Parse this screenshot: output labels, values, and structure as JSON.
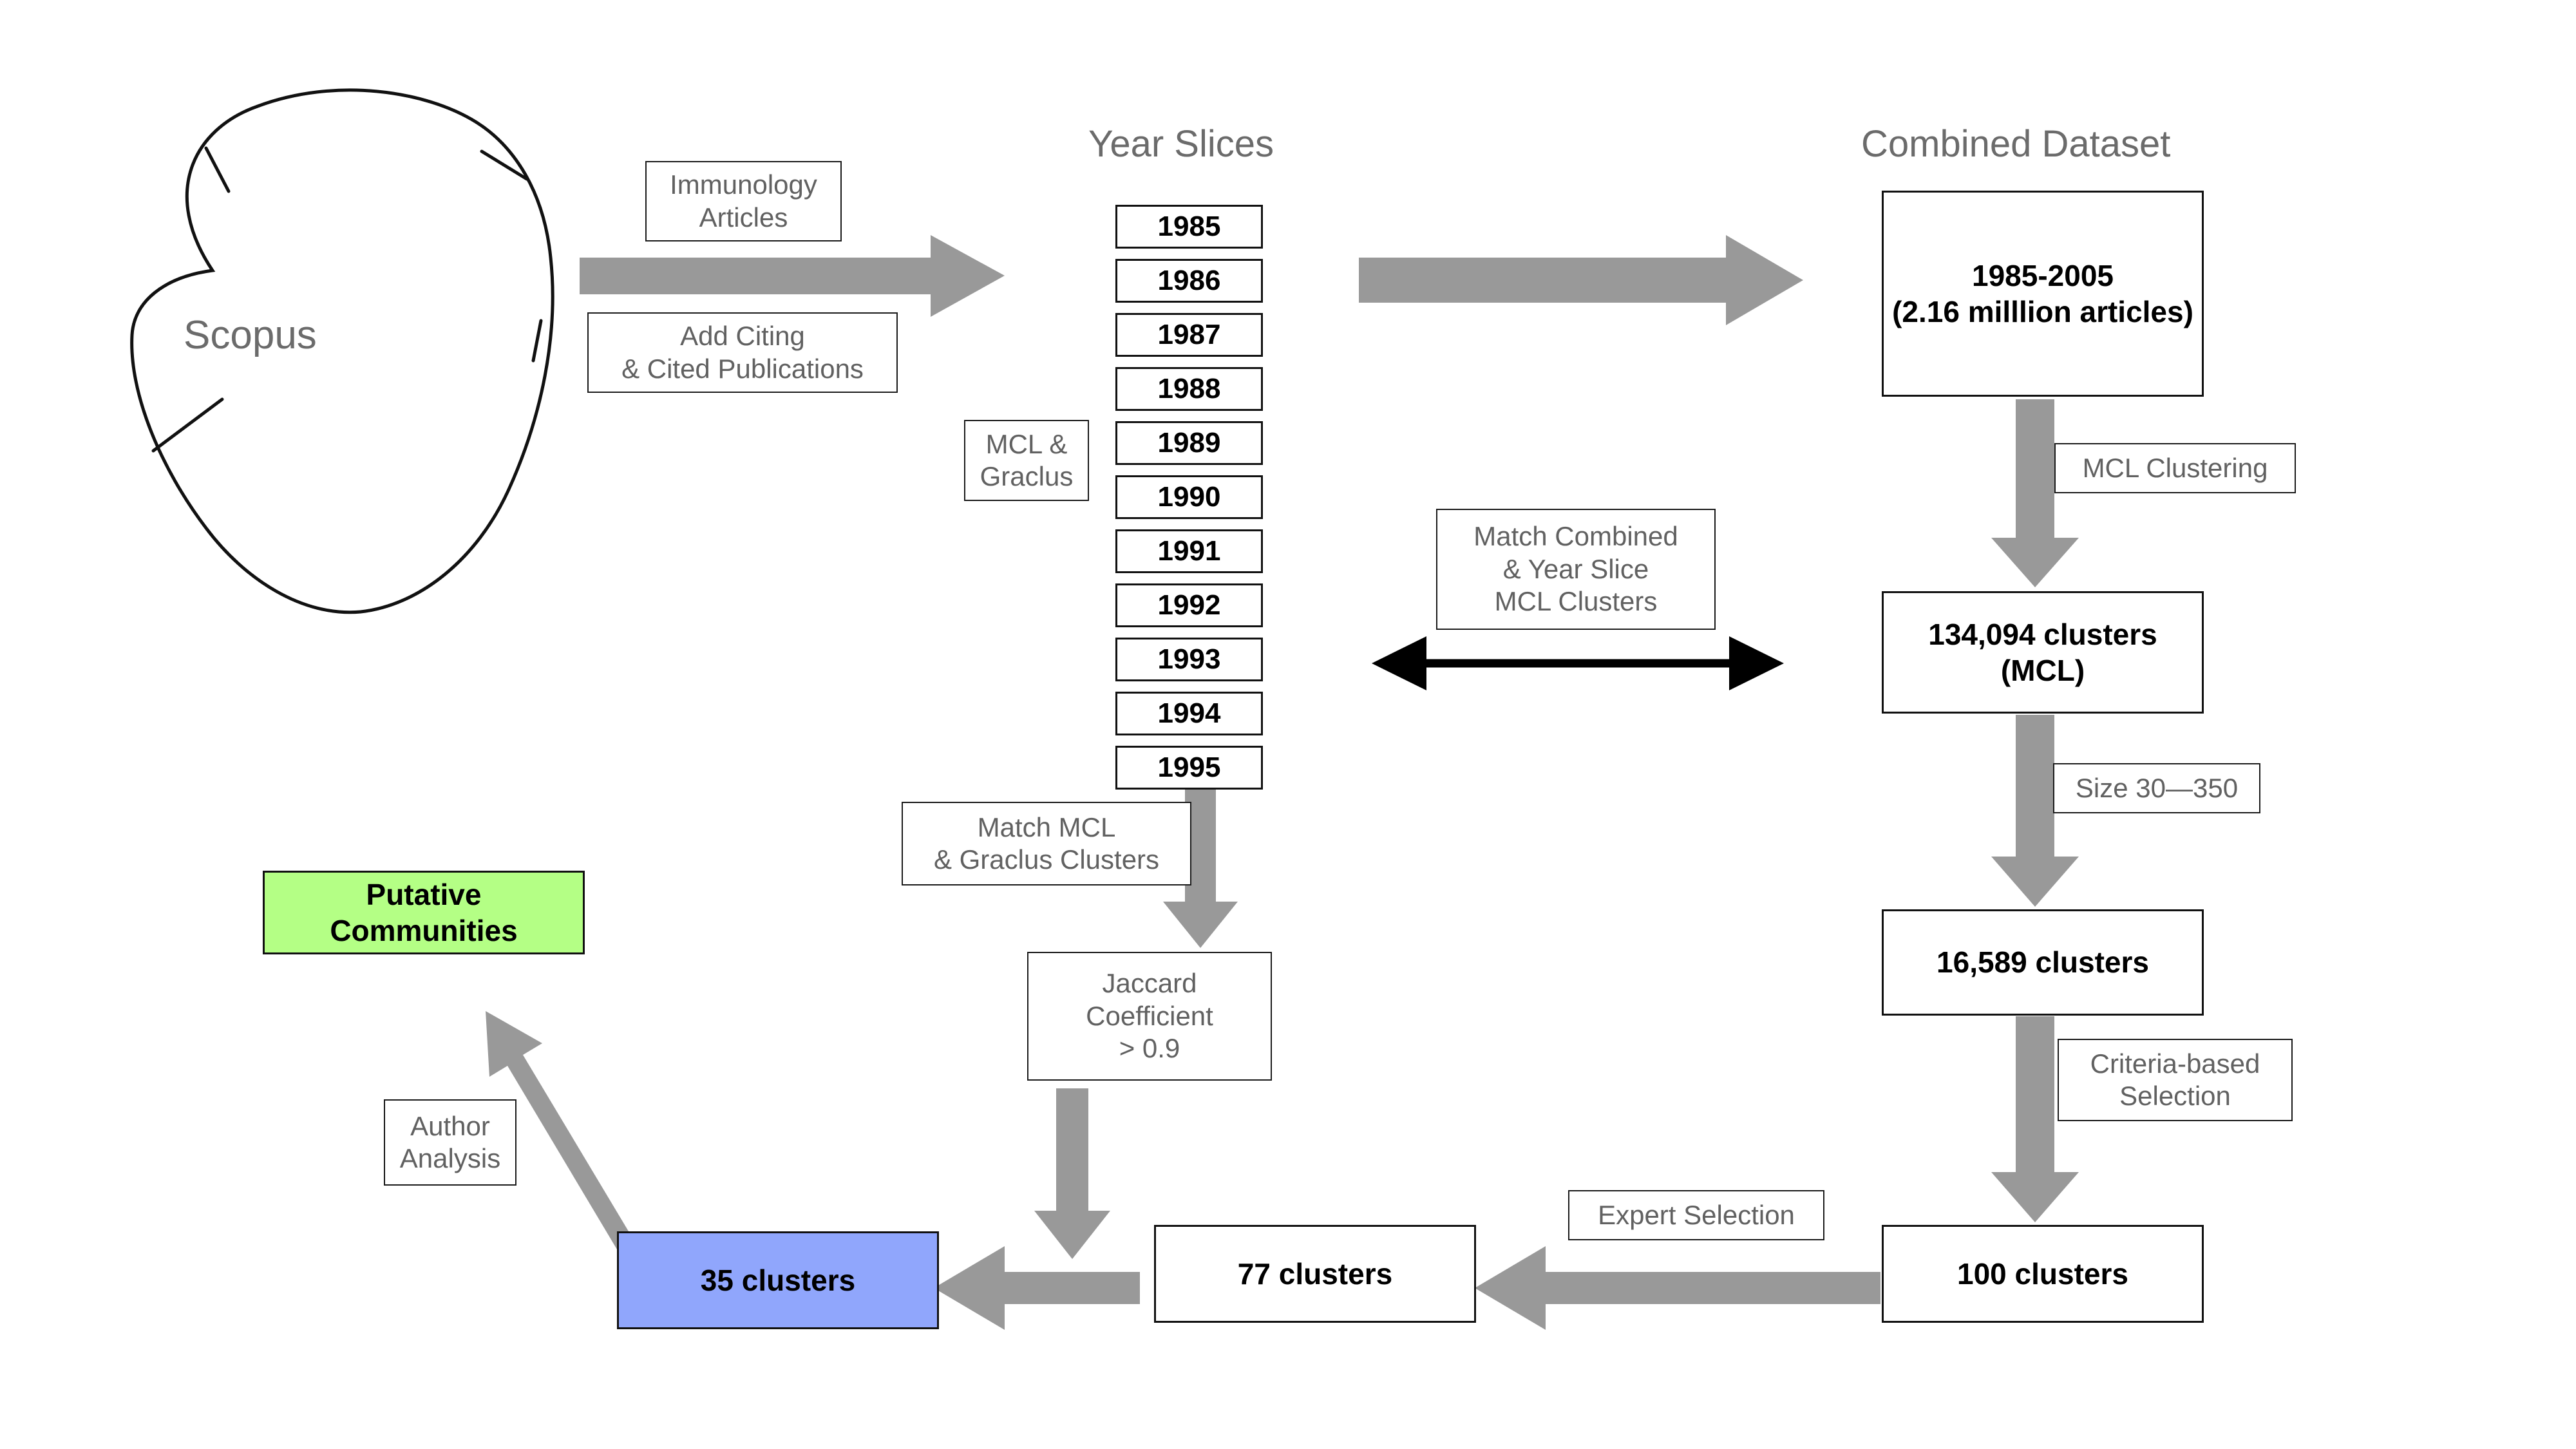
{
  "diagram": {
    "title_headings": [
      {
        "id": "year-slices",
        "text": "Year Slices"
      },
      {
        "id": "combined-dataset",
        "text": "Combined Dataset"
      }
    ],
    "source": {
      "label": "Scopus",
      "shape": "hand-drawn-blob"
    },
    "year_slices": {
      "heading": "Year Slices",
      "years": [
        "1985",
        "1986",
        "1987",
        "1988",
        "1989",
        "1990",
        "1991",
        "1992",
        "1993",
        "1994",
        "1995"
      ]
    },
    "process_labels": [
      {
        "id": "immunology-articles",
        "lines": [
          "Immunology",
          "Articles"
        ]
      },
      {
        "id": "add-citing-cited",
        "lines": [
          "Add Citing",
          "& Cited Publications"
        ]
      },
      {
        "id": "mcl-graclus",
        "lines": [
          "MCL &",
          "Graclus"
        ]
      },
      {
        "id": "match-combined-year",
        "lines": [
          "Match Combined",
          "& Year Slice",
          "MCL Clusters"
        ]
      },
      {
        "id": "mcl-clustering",
        "lines": [
          "MCL Clustering"
        ]
      },
      {
        "id": "size-range",
        "lines": [
          "Size 30—350"
        ]
      },
      {
        "id": "criteria-based",
        "lines": [
          "Criteria-based",
          "Selection"
        ]
      },
      {
        "id": "match-mcl-graclus",
        "lines": [
          "Match MCL",
          "& Graclus Clusters"
        ]
      },
      {
        "id": "jaccard",
        "lines": [
          "Jaccard",
          "Coefficient",
          "> 0.9"
        ]
      },
      {
        "id": "expert-selection",
        "lines": [
          "Expert Selection"
        ]
      },
      {
        "id": "author-analysis",
        "lines": [
          "Author",
          "Analysis"
        ]
      }
    ],
    "nodes": [
      {
        "id": "combined-years",
        "lines": [
          "1985-2005",
          "(2.16 milllion articles)"
        ],
        "fill": "#ffffff"
      },
      {
        "id": "clusters-134094",
        "lines": [
          "134,094 clusters",
          "(MCL)"
        ],
        "fill": "#ffffff"
      },
      {
        "id": "clusters-16589",
        "lines": [
          "16,589 clusters"
        ],
        "fill": "#ffffff"
      },
      {
        "id": "clusters-100",
        "lines": [
          "100 clusters"
        ],
        "fill": "#ffffff"
      },
      {
        "id": "clusters-77",
        "lines": [
          "77 clusters"
        ],
        "fill": "#ffffff"
      },
      {
        "id": "clusters-35",
        "lines": [
          "35 clusters"
        ],
        "fill": "#90a6fc"
      },
      {
        "id": "putative",
        "lines": [
          "Putative",
          "Communities"
        ],
        "fill": "#b4ff85"
      }
    ],
    "colors": {
      "arrow_gray": "#999999",
      "text_gray": "#6b6b6b",
      "stroke_black": "#111111",
      "green_fill": "#b4ff85",
      "blue_fill": "#90a6fc",
      "background": "#ffffff"
    }
  }
}
